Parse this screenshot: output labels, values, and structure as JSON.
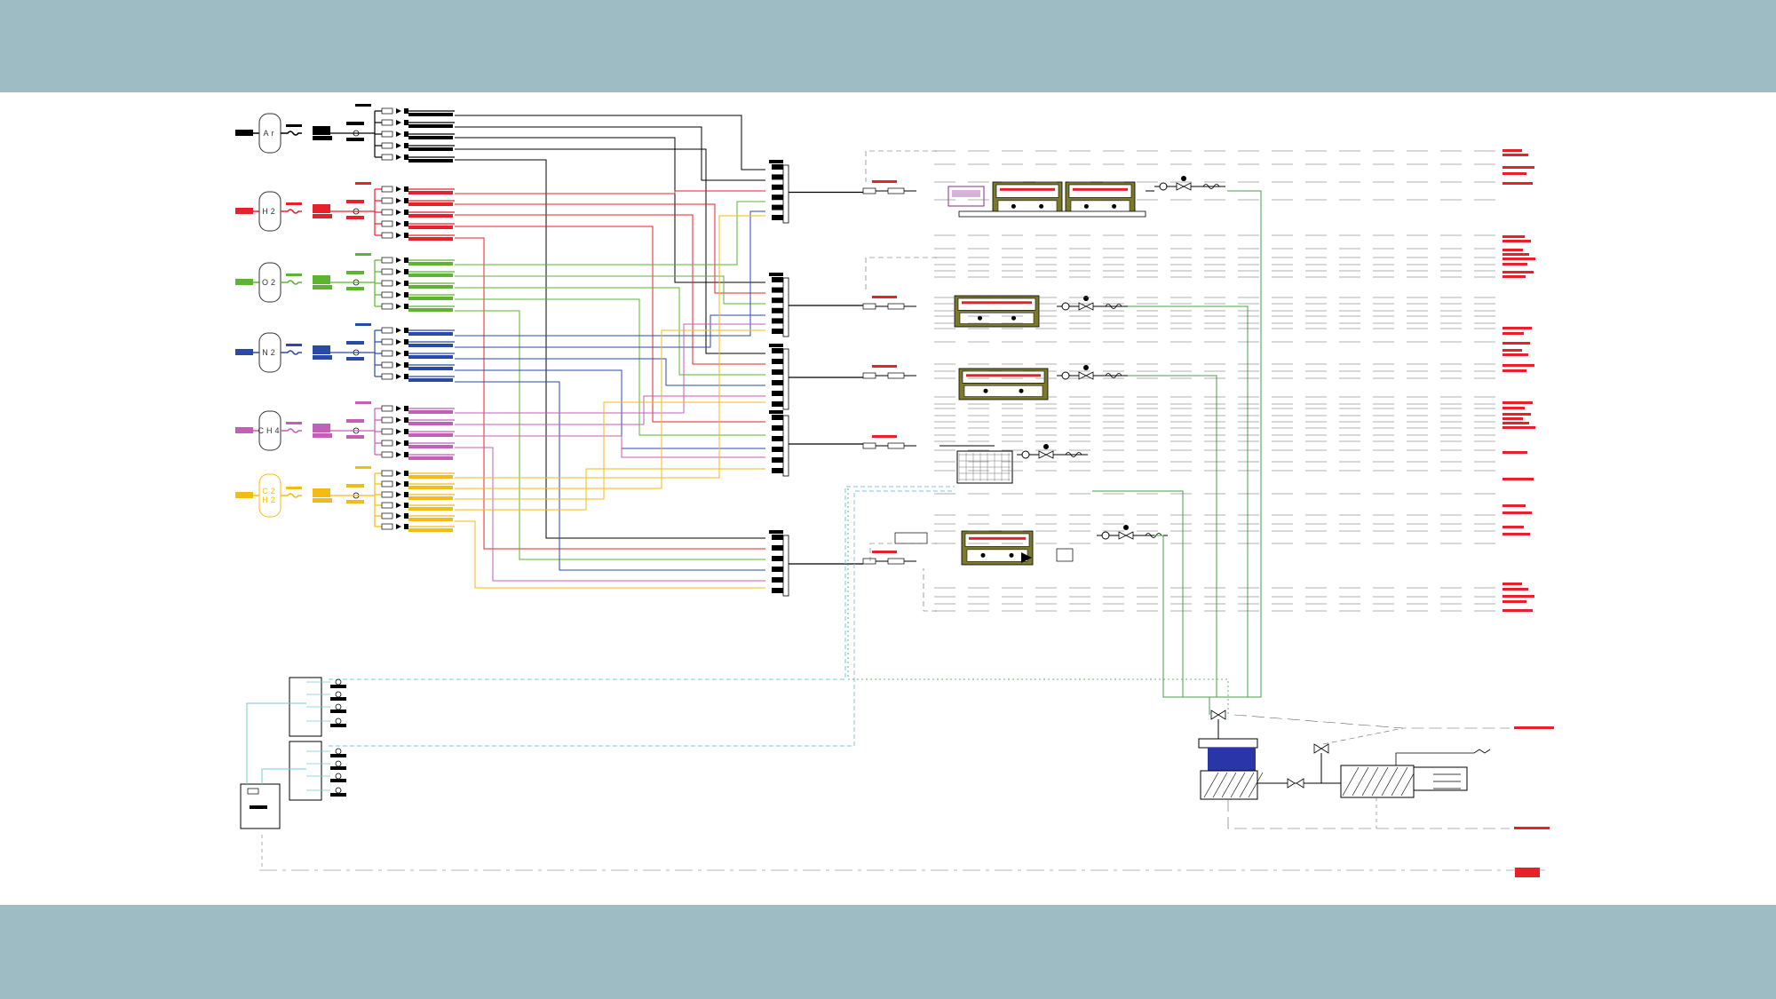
{
  "cylinders": [
    {
      "label": "Ar",
      "color": "#000000"
    },
    {
      "label": "H2",
      "color": "#e8202a"
    },
    {
      "label": "O2",
      "color": "#5bb531"
    },
    {
      "label": "N2",
      "color": "#2b4aa8"
    },
    {
      "label": "CH4",
      "color": "#c45fb6"
    },
    {
      "label": "C2\nH2",
      "color": "#f5bb14"
    }
  ],
  "colors": {
    "band": "#9dbcc3",
    "accent_red": "#e8202a",
    "instrument_line": "#79c9d9",
    "furnace_body": "#7a7a2a",
    "vacuum_blue": "#2a35a8"
  }
}
